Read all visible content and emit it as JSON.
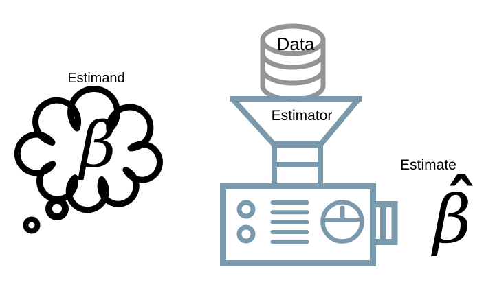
{
  "diagram": {
    "estimand": {
      "label": "Estimand",
      "symbol": "β"
    },
    "data_store": {
      "label": "Data"
    },
    "estimator": {
      "label": "Estimator"
    },
    "estimate": {
      "label": "Estimate",
      "symbol": "β",
      "hat": "ˆ"
    },
    "colors": {
      "machine_blue": "#7a99ac",
      "database_gray": "#949494",
      "ink": "#000000",
      "background": "#ffffff"
    }
  }
}
